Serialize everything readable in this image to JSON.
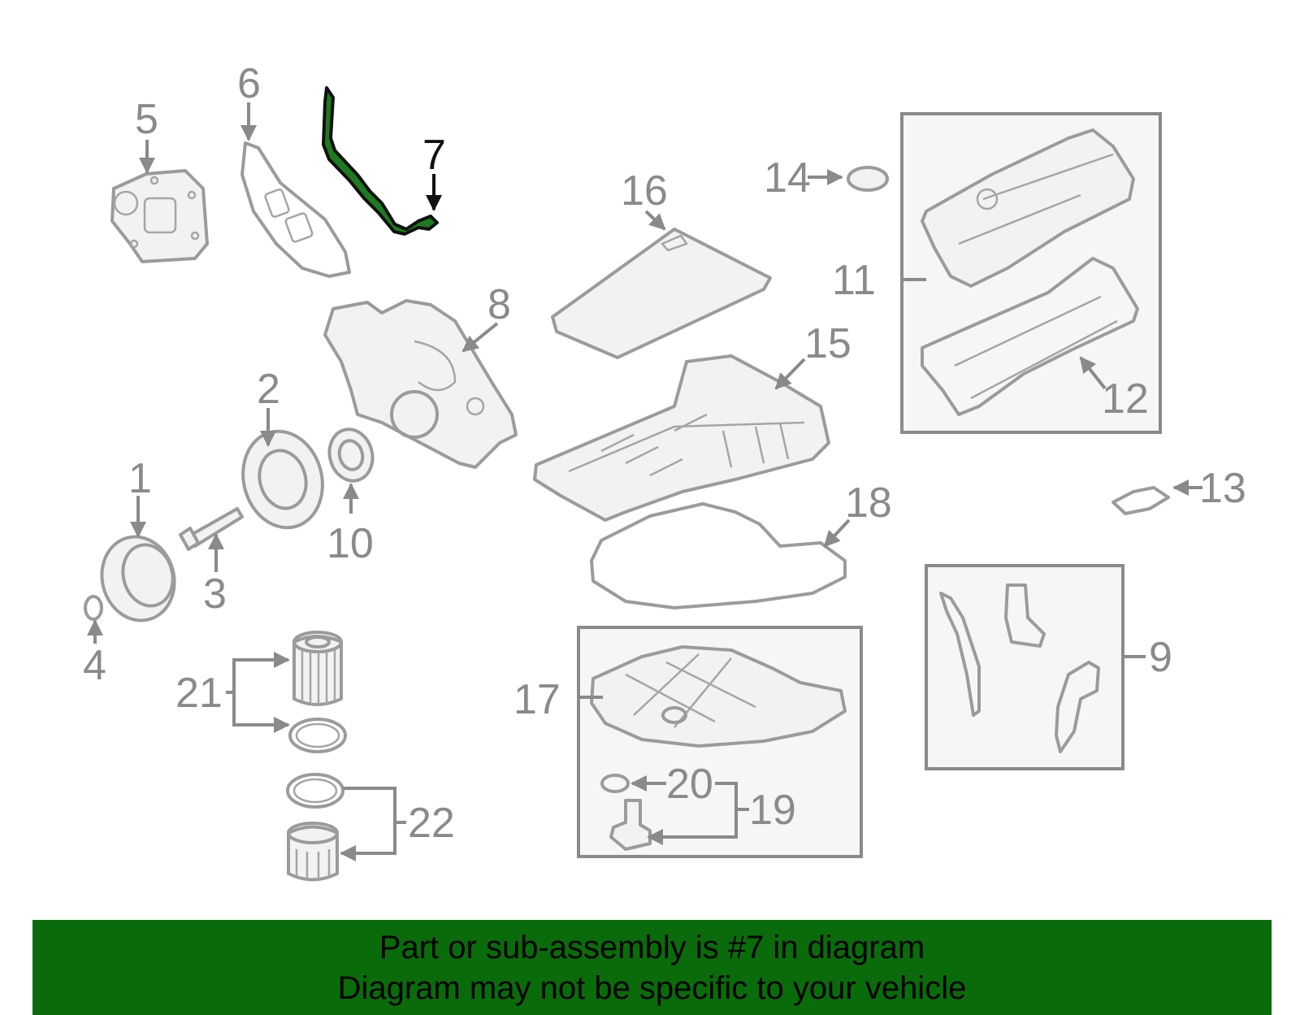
{
  "highlight_color": "#1e7a1e",
  "banner_color": "#0a6b0a",
  "callouts": [
    "1",
    "2",
    "3",
    "4",
    "5",
    "6",
    "7",
    "8",
    "9",
    "10",
    "11",
    "12",
    "13",
    "14",
    "15",
    "16",
    "17",
    "18",
    "19",
    "20",
    "21",
    "22"
  ],
  "highlighted_part": "7",
  "banner": {
    "line1": "Part or sub-assembly is #7 in diagram",
    "line2": "Diagram may not be specific to your vehicle"
  }
}
